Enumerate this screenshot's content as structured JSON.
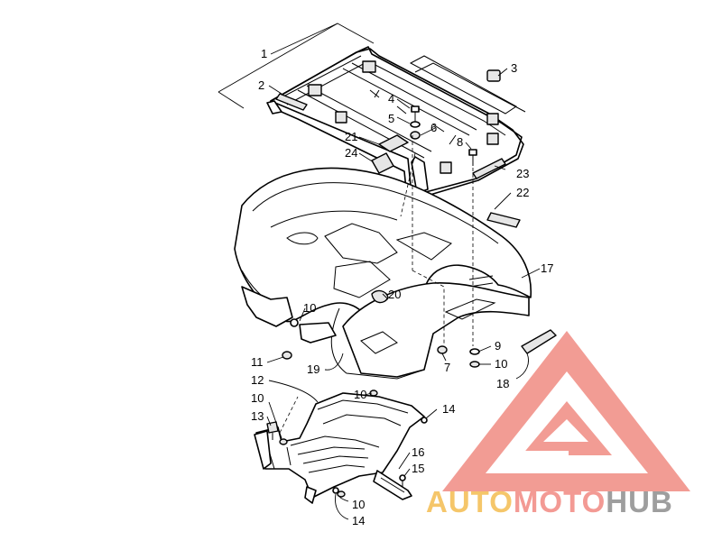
{
  "callouts": [
    {
      "id": "c1",
      "text": "1"
    },
    {
      "id": "c2",
      "text": "2"
    },
    {
      "id": "c3",
      "text": "3"
    },
    {
      "id": "c4",
      "text": "4"
    },
    {
      "id": "c5",
      "text": "5"
    },
    {
      "id": "c6",
      "text": "6"
    },
    {
      "id": "c8",
      "text": "8"
    },
    {
      "id": "c21",
      "text": "21"
    },
    {
      "id": "c24",
      "text": "24"
    },
    {
      "id": "c23",
      "text": "23"
    },
    {
      "id": "c22",
      "text": "22"
    },
    {
      "id": "c17",
      "text": "17"
    },
    {
      "id": "c20",
      "text": "20"
    },
    {
      "id": "c10a",
      "text": "10"
    },
    {
      "id": "c11",
      "text": "11"
    },
    {
      "id": "c19",
      "text": "19"
    },
    {
      "id": "c7",
      "text": "7"
    },
    {
      "id": "c9",
      "text": "9"
    },
    {
      "id": "c10b",
      "text": "10"
    },
    {
      "id": "c18",
      "text": "18"
    },
    {
      "id": "c12",
      "text": "12"
    },
    {
      "id": "c10c",
      "text": "10"
    },
    {
      "id": "c10d",
      "text": "10"
    },
    {
      "id": "c14a",
      "text": "14"
    },
    {
      "id": "c13",
      "text": "13"
    },
    {
      "id": "c16",
      "text": "16"
    },
    {
      "id": "c15",
      "text": "15"
    },
    {
      "id": "c10e",
      "text": "10"
    },
    {
      "id": "c14b",
      "text": "14"
    }
  ],
  "watermark": {
    "part1": "AUTO",
    "part2": "MOTO",
    "part3": "HUB",
    "colors": {
      "auto": "#f5c66a",
      "moto": "#f39a94",
      "hub": "#9e9e9e",
      "logo": "#f08b82"
    }
  }
}
